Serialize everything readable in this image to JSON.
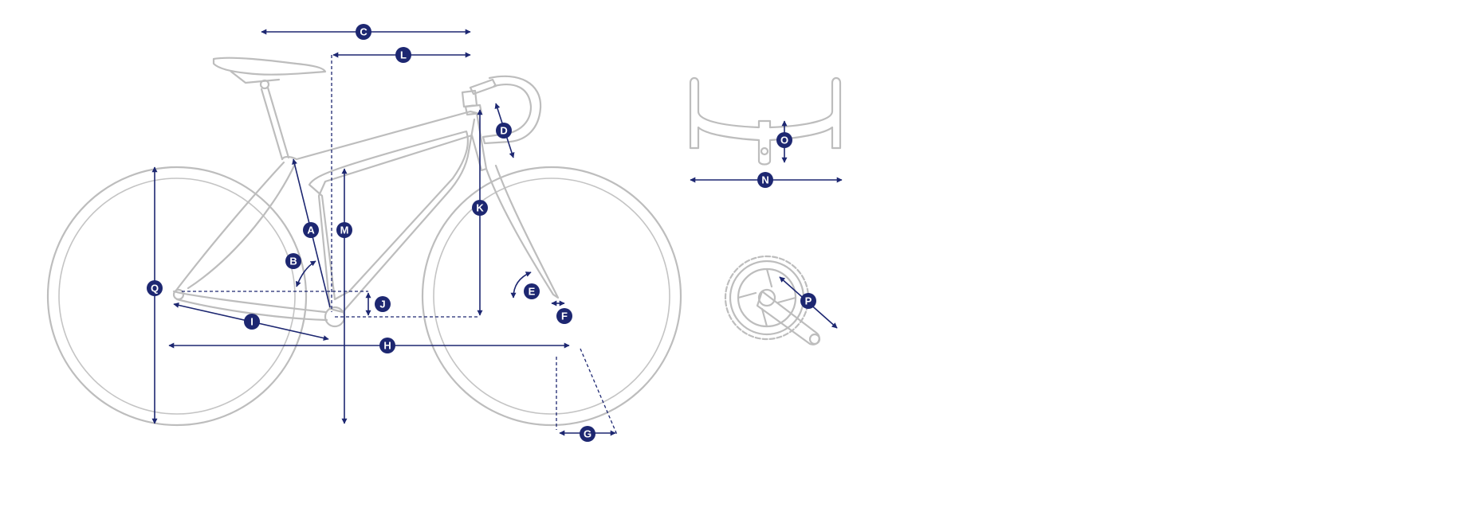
{
  "colors": {
    "accent": "#1d2771",
    "frame": "#bdbdbd"
  },
  "labels": {
    "A": "A",
    "B": "B",
    "C": "C",
    "D": "D",
    "E": "E",
    "F": "F",
    "G": "G",
    "H": "H",
    "I": "I",
    "J": "J",
    "K": "K",
    "L": "L",
    "M": "M",
    "N": "N",
    "O": "O",
    "P": "P",
    "Q": "Q"
  }
}
